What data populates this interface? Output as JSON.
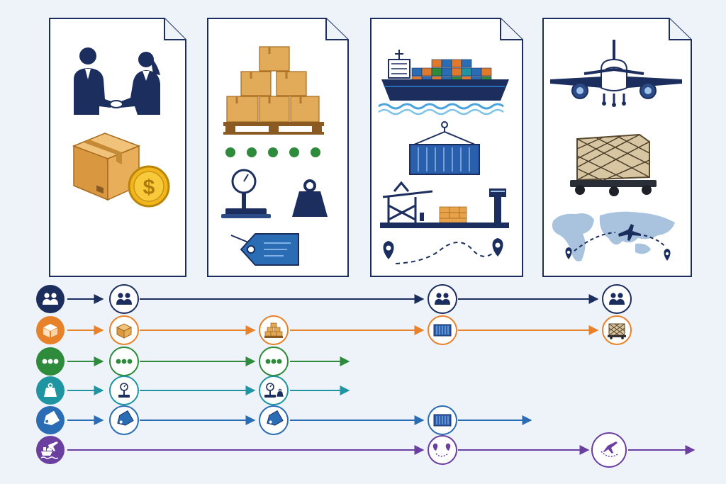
{
  "colors": {
    "navy": "#1b2e5e",
    "orange": "#e8822a",
    "green": "#2e8b3c",
    "teal": "#1f95a2",
    "blue": "#2a6db5",
    "purple": "#6a3fa0",
    "box": "#e0b060",
    "page_bg": "#eef3fa"
  },
  "documents": [
    {
      "name": "agreement-document",
      "icons": [
        "handshake-icon",
        "parcel-icon",
        "dollar-coin-icon"
      ]
    },
    {
      "name": "cargo-prep-document",
      "icons": [
        "pallet-boxes-icon",
        "dot-row-icon",
        "scale-icon",
        "weight-icon",
        "price-tag-icon"
      ]
    },
    {
      "name": "ocean-freight-document",
      "icons": [
        "cargo-ship-icon",
        "hoisted-container-icon",
        "port-terminal-icon",
        "route-pins-icon"
      ]
    },
    {
      "name": "air-freight-document",
      "icons": [
        "airplane-icon",
        "netted-cargo-icon",
        "world-map-route-icon"
      ]
    }
  ],
  "lanes": [
    {
      "name": "parties",
      "color_key": "navy",
      "icon": "handshake-icon"
    },
    {
      "name": "goods",
      "color_key": "orange",
      "icon": "parcel-icon"
    },
    {
      "name": "packing",
      "color_key": "green",
      "icon": "dot-row-icon"
    },
    {
      "name": "weight",
      "color_key": "teal",
      "icon": "weight-icon"
    },
    {
      "name": "labeling",
      "color_key": "blue",
      "icon": "price-tag-icon"
    },
    {
      "name": "transport",
      "color_key": "purple",
      "icon": "ship-plane-icon"
    }
  ]
}
